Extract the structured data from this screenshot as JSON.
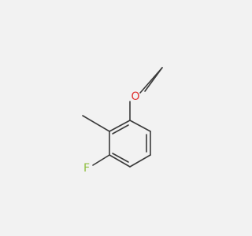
{
  "molecule": {
    "atoms": [
      {
        "id": "oxygen",
        "label": "O",
        "color": "#e0312f"
      },
      {
        "id": "fluorine",
        "label": "F",
        "color": "#8fbf3f"
      }
    ],
    "bond_color": "#3a3a3a",
    "background": "#f2f2f2"
  }
}
